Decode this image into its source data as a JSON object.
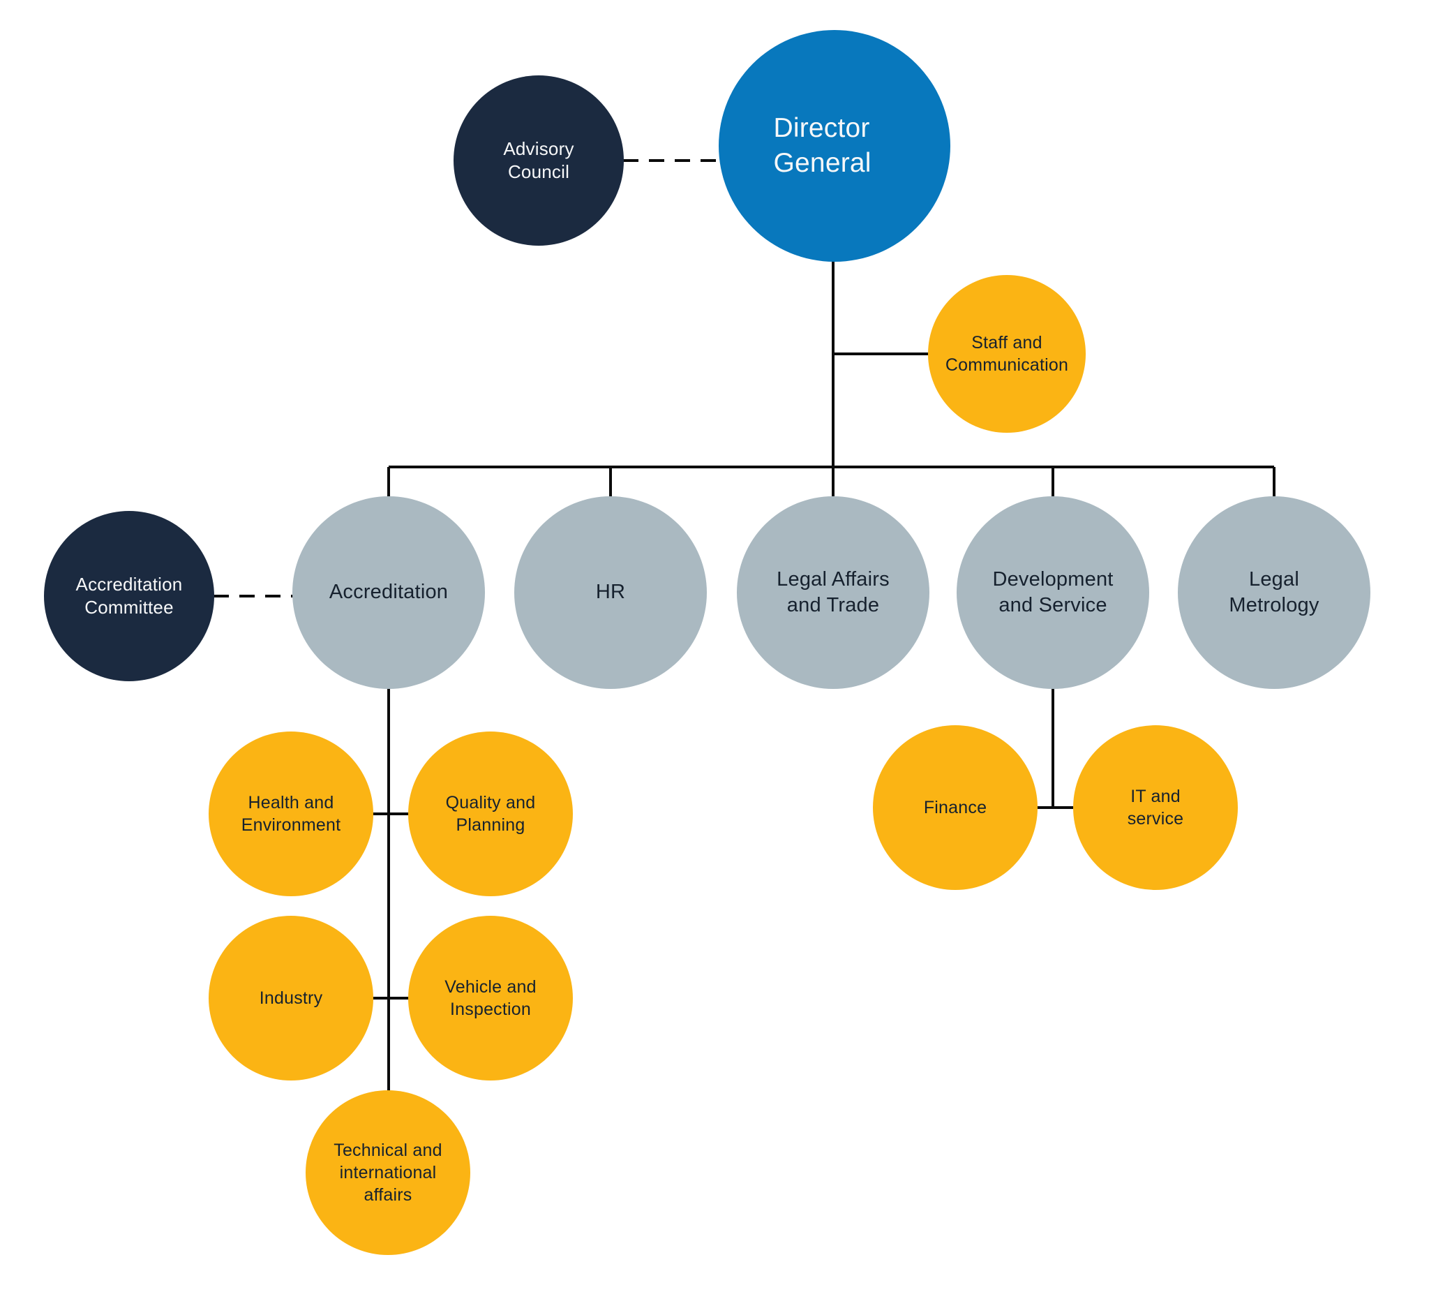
{
  "diagram_type": "org-chart",
  "colors": {
    "navy": "#1b2a40",
    "blue": "#0878bd",
    "yellow": "#fbb414",
    "gray": "#aab9c1",
    "line": "#0b0b0b",
    "text_dark": "#16212e",
    "text_light": "#f7f8f9"
  },
  "nodes": {
    "advisory_council": {
      "label": "Advisory Council"
    },
    "director_general": {
      "label": "Director General"
    },
    "staff_communication": {
      "label": "Staff and Communication"
    },
    "accreditation_committee": {
      "label": "Accreditation Committee"
    },
    "accreditation": {
      "label": "Accreditation"
    },
    "hr": {
      "label": "HR"
    },
    "legal_affairs_trade": {
      "label": "Legal Affairs and Trade"
    },
    "development_service": {
      "label": "Development and Service"
    },
    "legal_metrology": {
      "label": "Legal Metrology"
    },
    "health_environment": {
      "label": "Health and Environment"
    },
    "quality_planning": {
      "label": "Quality and Planning"
    },
    "industry": {
      "label": "Industry"
    },
    "vehicle_inspection": {
      "label": "Vehicle and Inspection"
    },
    "technical_international_affairs": {
      "label": "Technical and international affairs"
    },
    "finance": {
      "label": "Finance"
    },
    "it_service": {
      "label": "IT and service"
    }
  },
  "relations": {
    "dashed_advisory": "Advisory Council — Director General",
    "dashed_committee": "Accreditation Committee — Accreditation",
    "director_reports": [
      "Staff and Communication",
      "Accreditation",
      "HR",
      "Legal Affairs and Trade",
      "Development and Service",
      "Legal Metrology"
    ],
    "accreditation_reports": [
      "Health and Environment",
      "Quality and Planning",
      "Industry",
      "Vehicle and Inspection",
      "Technical and international affairs"
    ],
    "development_reports": [
      "Finance",
      "IT and service"
    ]
  }
}
